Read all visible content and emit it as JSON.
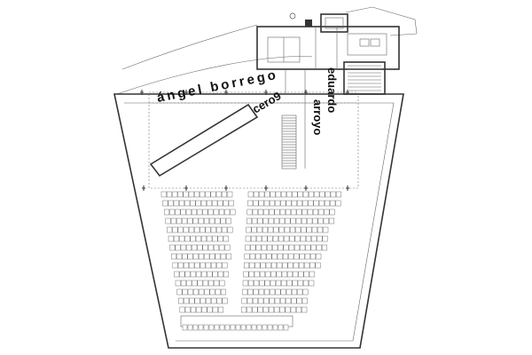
{
  "labels": {
    "angel_borrego": "ángel borrego",
    "cero9": "cero9",
    "eduardo": "eduardo",
    "arroyo": "arroyo"
  },
  "seating": {
    "rows": 14
  }
}
